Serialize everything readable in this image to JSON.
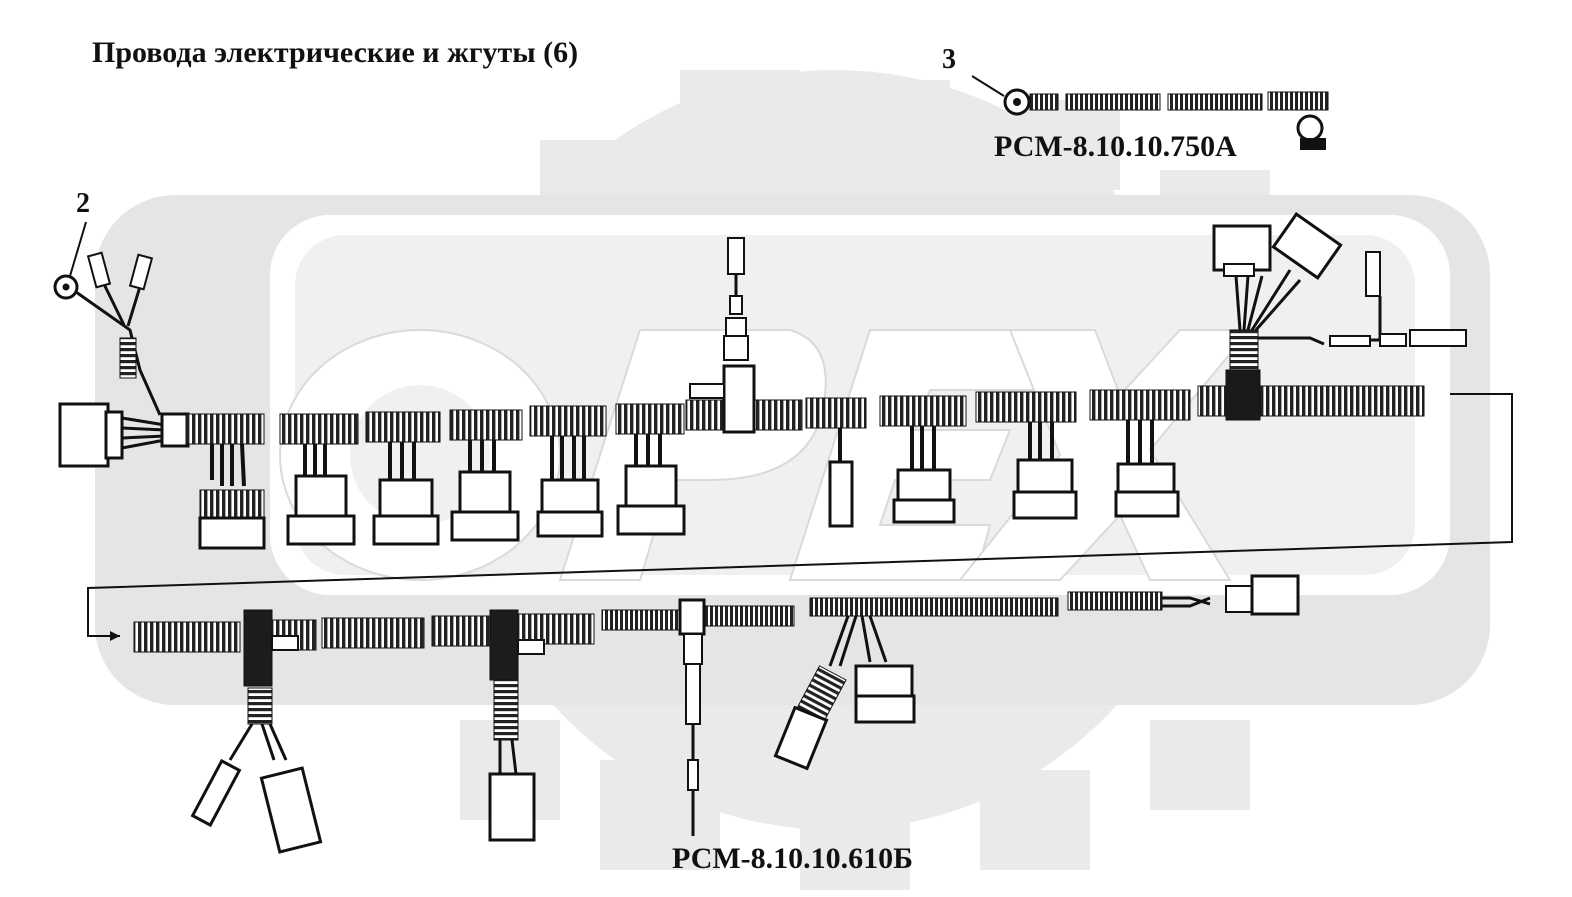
{
  "title": "Провода электрические и жгуты (6)",
  "parts": [
    {
      "callout": "3",
      "part_number": "РСМ-8.10.10.750А"
    },
    {
      "callout": "2",
      "part_number": "РСМ-8.10.10.610Б"
    }
  ],
  "watermark": {
    "text": "ОРЕХ",
    "color": "#d9d9d9"
  },
  "colors": {
    "line": "#111111",
    "wire_fill": "#2a2a2a",
    "connector_fill": "#f4f4f4"
  }
}
